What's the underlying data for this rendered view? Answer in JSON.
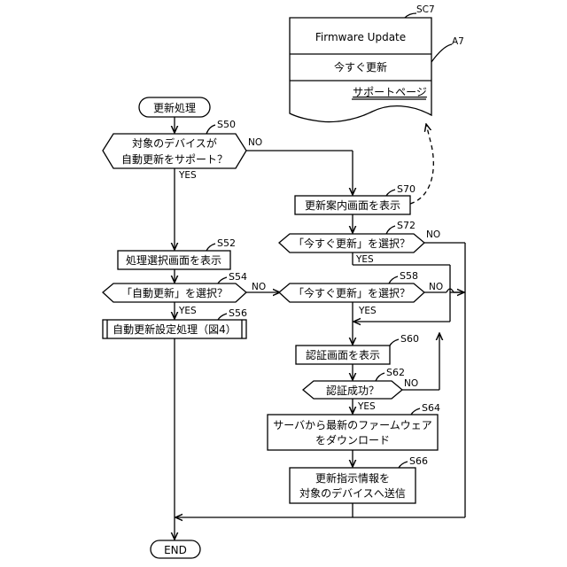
{
  "screen": {
    "ref": "SC7",
    "title": "Firmware Update",
    "update_now": "今すぐ更新",
    "support_link": "サポートページ",
    "link_ref": "A7"
  },
  "flow": {
    "start": "更新処理",
    "end": "END",
    "yes": "YES",
    "no": "NO",
    "s50": {
      "step": "S50",
      "line1": "対象のデバイスが",
      "line2": "自動更新をサポート？"
    },
    "s52": {
      "step": "S52",
      "text": "処理選択画面を表示"
    },
    "s54": {
      "step": "S54",
      "text": "「自動更新」を選択？"
    },
    "s56": {
      "step": "S56",
      "text": "自動更新設定処理（図4）"
    },
    "s70": {
      "step": "S70",
      "text": "更新案内画面を表示"
    },
    "s72": {
      "step": "S72",
      "text": "「今すぐ更新」を選択？"
    },
    "s58": {
      "step": "S58",
      "text": "「今すぐ更新」を選択？"
    },
    "s60": {
      "step": "S60",
      "text": "認証画面を表示"
    },
    "s62": {
      "step": "S62",
      "text": "認証成功？"
    },
    "s64": {
      "step": "S64",
      "line1": "サーバから最新のファームウェア",
      "line2": "をダウンロード"
    },
    "s66": {
      "step": "S66",
      "line1": "更新指示情報を",
      "line2": "対象のデバイスへ送信"
    }
  }
}
